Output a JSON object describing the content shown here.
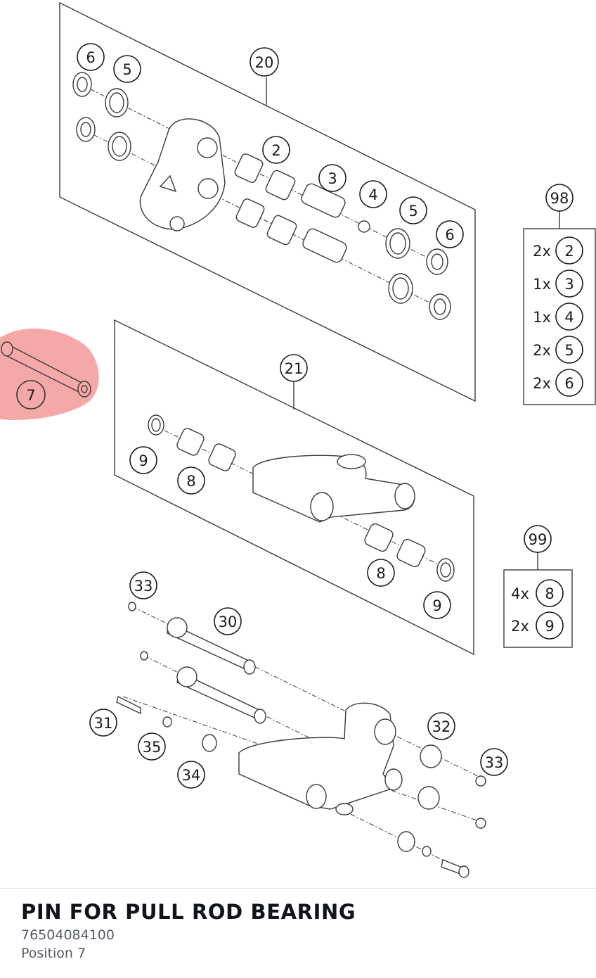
{
  "highlight_color": "#f28b8b",
  "callouts": {
    "c6a": "6",
    "c5a": "5",
    "c20": "20",
    "c2": "2",
    "c3": "3",
    "c4": "4",
    "c5b": "5",
    "c6b": "6",
    "c98": "98",
    "c7": "7",
    "c21": "21",
    "c9a": "9",
    "c8a": "8",
    "c99": "99",
    "c8b": "8",
    "c9b": "9",
    "c33a": "33",
    "c30": "30",
    "c31": "31",
    "c35": "35",
    "c34": "34",
    "c32": "32",
    "c33b": "33"
  },
  "kit_98": [
    {
      "qty": "2x",
      "part": "2"
    },
    {
      "qty": "1x",
      "part": "3"
    },
    {
      "qty": "1x",
      "part": "4"
    },
    {
      "qty": "2x",
      "part": "5"
    },
    {
      "qty": "2x",
      "part": "6"
    }
  ],
  "kit_99": [
    {
      "qty": "4x",
      "part": "8"
    },
    {
      "qty": "2x",
      "part": "9"
    }
  ],
  "part": {
    "name": "PIN FOR PULL ROD BEARING",
    "number": "76504084100",
    "position": "Position 7"
  }
}
